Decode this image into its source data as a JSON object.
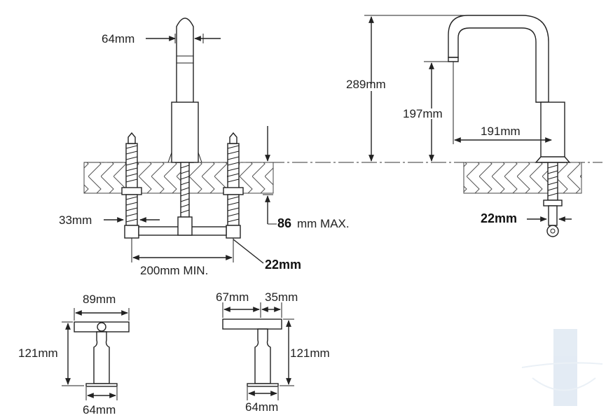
{
  "dimensions": {
    "spout_diameter": "64mm",
    "valve_body": "33mm",
    "deck_thickness_value": "86",
    "deck_thickness_unit": "mm MAX.",
    "center_spacing": "200mm MIN.",
    "supply_left": "22mm",
    "spout_height": "289mm",
    "spout_clearance": "197mm",
    "spout_reach": "191mm",
    "supply_right": "22mm",
    "handle_width": "89mm",
    "handle_height_left": "121mm",
    "handle_base_left": "64mm",
    "lever_left": "67mm",
    "lever_right": "35mm",
    "handle_height_right": "121mm",
    "handle_base_right": "64mm"
  },
  "colors": {
    "line": "#222222",
    "hatch": "#555555",
    "watermark": "#c9d9ea"
  }
}
